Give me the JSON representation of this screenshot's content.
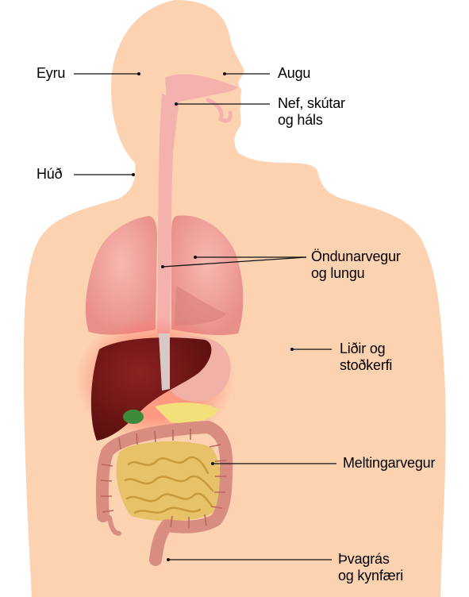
{
  "labels": {
    "ears": "Eyru",
    "eyes": "Augu",
    "nose": [
      "Nef, skútar",
      "og háls"
    ],
    "skin": "Húð",
    "lungs": [
      "Öndunarvegur",
      "og lungu"
    ],
    "joints": [
      "Liðir og",
      "stoðkerfi"
    ],
    "digestive": "Meltingarvegur",
    "urinary": [
      "Þvagrás",
      "og kynfæri"
    ]
  },
  "colors": {
    "body": "#fcd2b1",
    "lungs": "#f2a6a0",
    "airway": "#f4b2ae",
    "liver": "#6e1514",
    "intestine": "#e8c268",
    "colon": "#d98c80",
    "leader_line": "#111111"
  }
}
